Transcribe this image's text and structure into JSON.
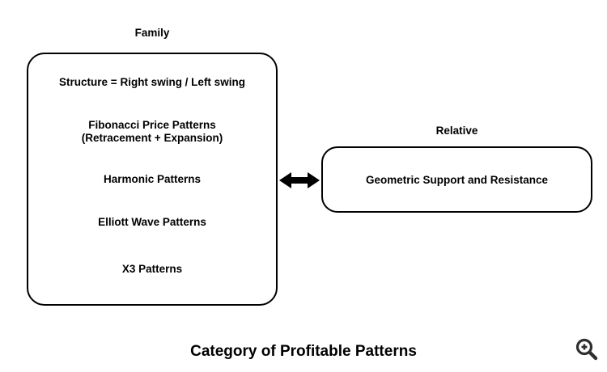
{
  "diagram": {
    "title": "Category of Profitable Patterns",
    "family_group": {
      "label": "Family",
      "items": [
        "Structure = Right swing / Left swing",
        "Fibonacci Price Patterns\n(Retracement + Expansion)",
        "Harmonic Patterns",
        "Elliott Wave Patterns",
        "X3 Patterns"
      ]
    },
    "relative_group": {
      "label": "Relative",
      "items": [
        "Geometric Support and Resistance"
      ]
    },
    "connector": {
      "icon": "double-headed-arrow",
      "color": "#000000"
    },
    "controls": {
      "zoom_in_icon": "magnifier-plus",
      "icon_color": "#2e2e2e"
    },
    "colors": {
      "background": "#ffffff",
      "border": "#000000",
      "text": "#000000"
    }
  }
}
